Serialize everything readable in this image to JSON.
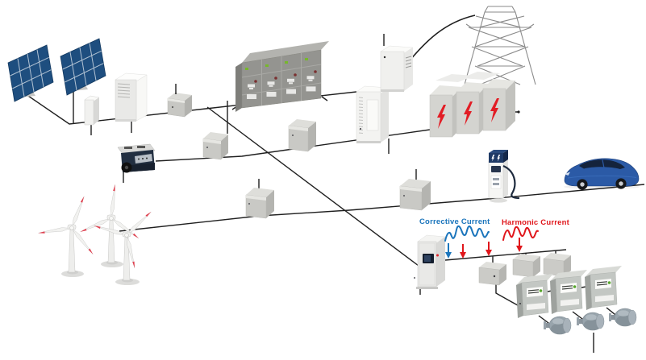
{
  "diagram": {
    "type": "power-grid-microgrid-schematic",
    "annotations": {
      "corrective_current": {
        "label": "Corrective Current",
        "color": "#1b75bc"
      },
      "harmonic_current": {
        "label": "Harmonic Current",
        "color": "#e0161b"
      }
    },
    "colors": {
      "background": "#ffffff",
      "wire": "#1f1f1f",
      "solar_panel_blue": "#1e4e7f",
      "lightning_bolt_red": "#e21d25",
      "car_blue": "#2b5aa6",
      "ev_charger_blue": "#1f3a66",
      "led_green": "#76b82a",
      "led_red": "#7a3030",
      "turbine_tip_red": "#e04150",
      "waveform_blue": "#1b75bc",
      "waveform_red": "#e0161b"
    },
    "components": [
      {
        "name": "solar-panel",
        "count": 2
      },
      {
        "name": "pv-inverter",
        "count": 1
      },
      {
        "name": "battery-cabinet",
        "count": 1
      },
      {
        "name": "junction-box",
        "count": 1
      },
      {
        "name": "switchgear",
        "count": 1,
        "bays": 4
      },
      {
        "name": "diesel-generator",
        "count": 1
      },
      {
        "name": "wind-turbine",
        "count": 3
      },
      {
        "name": "transformer-cabinet",
        "count": 1
      },
      {
        "name": "grid-transformer-cabinet",
        "count": 1
      },
      {
        "name": "transmission-tower",
        "count": 1
      },
      {
        "name": "hv-transformer",
        "count": 3
      },
      {
        "name": "ev-charging-station",
        "count": 1
      },
      {
        "name": "electric-car",
        "count": 1
      },
      {
        "name": "active-harmonic-filter",
        "count": 1
      },
      {
        "name": "distribution-box",
        "count": 5
      },
      {
        "name": "vfd-drive",
        "count": 3
      },
      {
        "name": "motor",
        "count": 3
      }
    ]
  }
}
